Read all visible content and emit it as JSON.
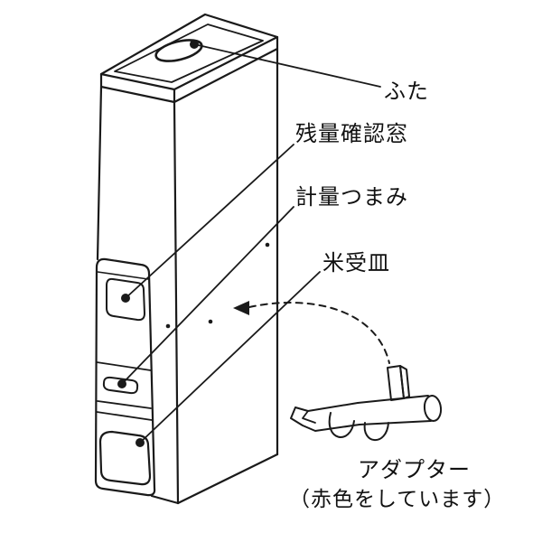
{
  "diagram": {
    "labels": {
      "lid": "ふた",
      "window": "残量確認窓",
      "knob": "計量つまみ",
      "tray": "米受皿",
      "adapter": "アダプター",
      "adapter_note": "（赤色をしています）"
    },
    "colors": {
      "line": "#1a1a1a",
      "background": "#ffffff"
    }
  }
}
